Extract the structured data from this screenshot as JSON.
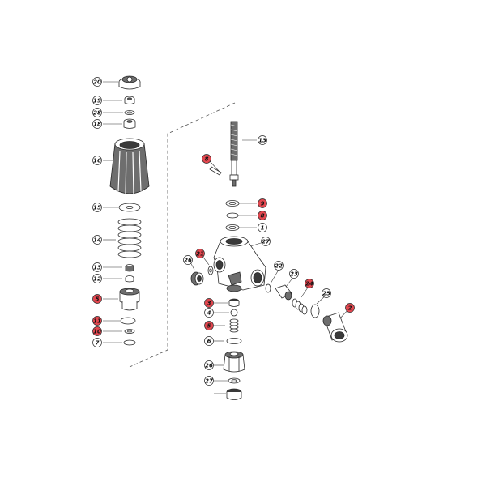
{
  "colors": {
    "line": "#2a2a2a",
    "part_fill": "#ffffff",
    "part_shade": "#6e6e6e",
    "part_dark": "#3a3a3a",
    "callout_fill": "#ffffff",
    "callout_highlight": "#e2474f",
    "callout_text": "#111111"
  },
  "callouts": [
    {
      "id": "20",
      "highlight": false
    },
    {
      "id": "19",
      "highlight": false
    },
    {
      "id": "28",
      "highlight": false
    },
    {
      "id": "18",
      "highlight": false
    },
    {
      "id": "16",
      "highlight": false
    },
    {
      "id": "15",
      "highlight": false
    },
    {
      "id": "14",
      "highlight": false
    },
    {
      "id": "13",
      "highlight": false
    },
    {
      "id": "12",
      "highlight": false
    },
    {
      "id": "5",
      "highlight": true
    },
    {
      "id": "11",
      "highlight": true
    },
    {
      "id": "10",
      "highlight": true
    },
    {
      "id": "7",
      "highlight": false
    },
    {
      "id": "13",
      "highlight": false
    },
    {
      "id": "8",
      "highlight": true
    },
    {
      "id": "9",
      "highlight": true
    },
    {
      "id": "8",
      "highlight": true
    },
    {
      "id": "1",
      "highlight": false
    },
    {
      "id": "27",
      "highlight": false
    },
    {
      "id": "26",
      "highlight": false
    },
    {
      "id": "21",
      "highlight": true
    },
    {
      "id": "22",
      "highlight": false
    },
    {
      "id": "23",
      "highlight": false
    },
    {
      "id": "24",
      "highlight": true
    },
    {
      "id": "25",
      "highlight": false
    },
    {
      "id": "2",
      "highlight": true
    },
    {
      "id": "3",
      "highlight": true
    },
    {
      "id": "4",
      "highlight": false
    },
    {
      "id": "5",
      "highlight": true
    },
    {
      "id": "6",
      "highlight": false
    },
    {
      "id": "26",
      "highlight": false
    },
    {
      "id": "27",
      "highlight": false
    }
  ]
}
